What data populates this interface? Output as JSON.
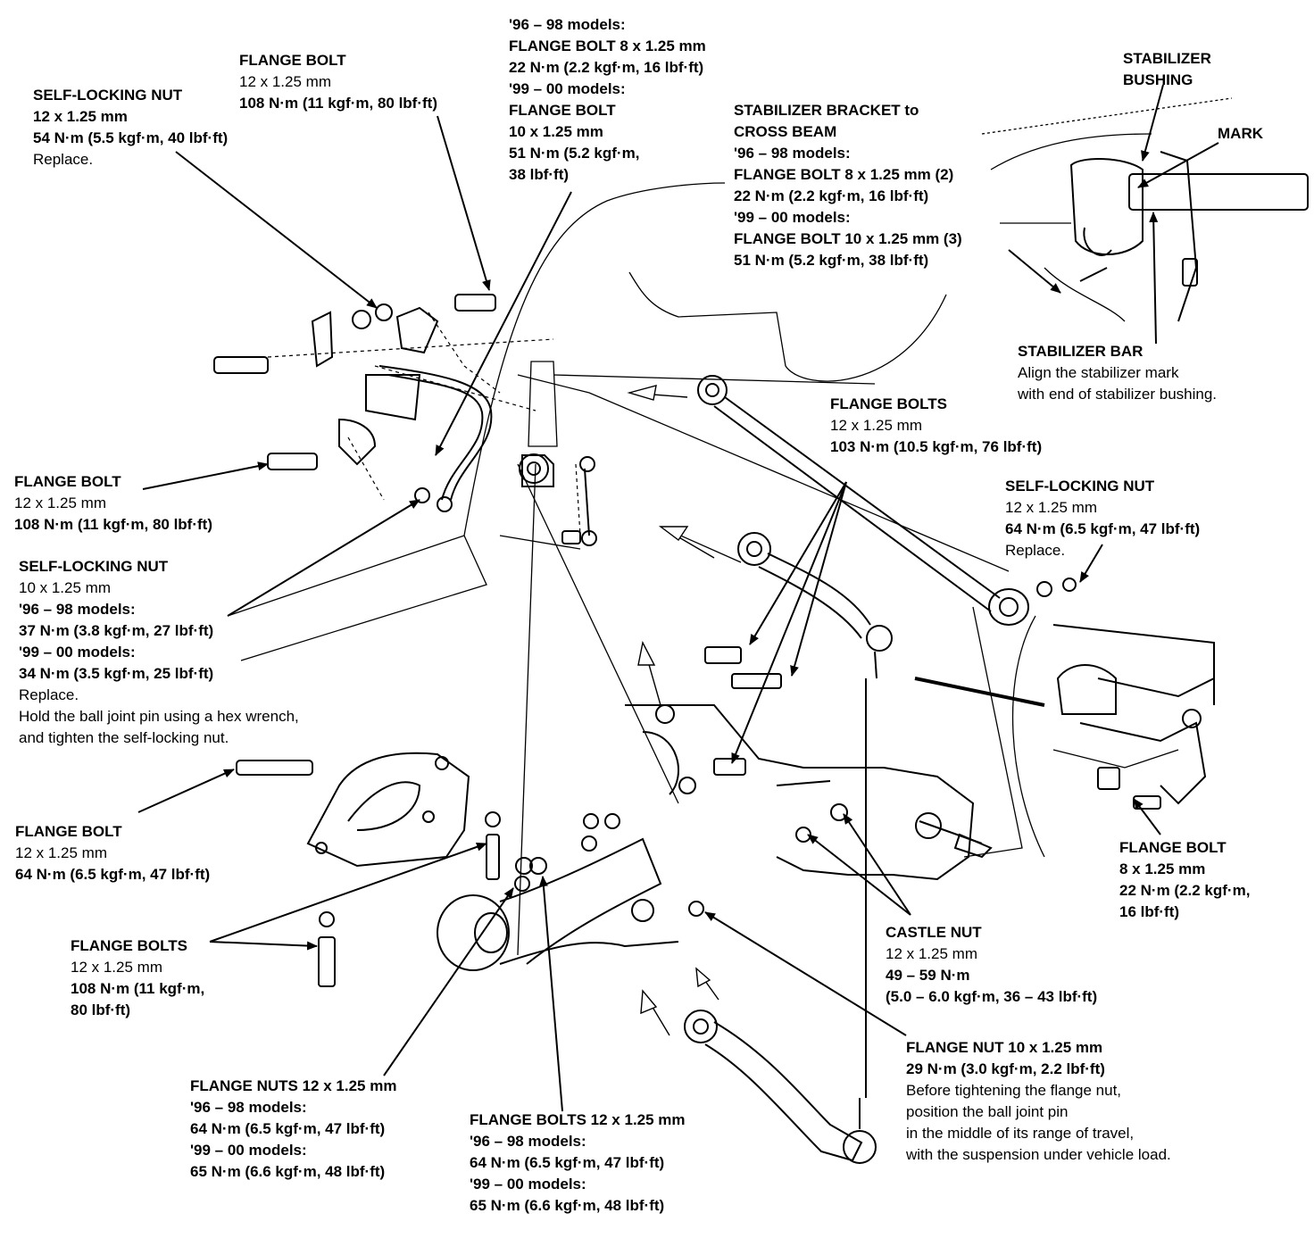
{
  "colors": {
    "ink": "#000000",
    "paper": "#ffffff"
  },
  "callouts": {
    "self_locking_nut_top": {
      "lines": [
        "SELF-LOCKING NUT",
        "12 x 1.25 mm",
        "54 N·m (5.5 kgf·m, 40 lbf·ft)",
        "Replace."
      ]
    },
    "flange_bolt_top": {
      "lines": [
        "FLANGE BOLT",
        "12 x 1.25 mm",
        "108 N·m (11 kgf·m, 80 lbf·ft)"
      ]
    },
    "flange_bolt_link": {
      "lines": [
        "'96 – 98 models:",
        "FLANGE BOLT 8 x 1.25 mm",
        "22 N·m (2.2 kgf·m, 16 lbf·ft)",
        "'99 – 00 models:",
        "FLANGE BOLT",
        "10 x 1.25 mm",
        "51 N·m (5.2 kgf·m,",
        "38 lbf·ft)"
      ]
    },
    "stabilizer_bracket": {
      "lines": [
        "STABILIZER BRACKET to",
        "CROSS BEAM",
        "'96 – 98 models:",
        "FLANGE BOLT 8 x 1.25 mm (2)",
        "22 N·m (2.2 kgf·m, 16 lbf·ft)",
        "'99 – 00 models:",
        "FLANGE BOLT 10 x 1.25 mm (3)",
        "51 N·m (5.2 kgf·m, 38 lbf·ft)"
      ]
    },
    "stabilizer_bushing": {
      "lines": [
        "STABILIZER",
        "BUSHING"
      ]
    },
    "mark": {
      "lines": [
        "MARK"
      ]
    },
    "stabilizer_bar": {
      "lines": [
        "STABILIZER BAR",
        "Align the stabilizer mark",
        "with end of stabilizer bushing."
      ]
    },
    "flange_bolts_upper_arm": {
      "lines": [
        "FLANGE BOLTS",
        "12 x 1.25 mm",
        "103 N·m (10.5 kgf·m, 76 lbf·ft)"
      ]
    },
    "self_locking_nut_right": {
      "lines": [
        "SELF-LOCKING NUT",
        "12 x 1.25 mm",
        "64 N·m (6.5 kgf·m, 47 lbf·ft)",
        "Replace."
      ]
    },
    "flange_bolt_left_mid": {
      "lines": [
        "FLANGE BOLT",
        "12 x 1.25 mm",
        "108 N·m (11 kgf·m, 80 lbf·ft)"
      ]
    },
    "self_locking_nut_ball": {
      "lines": [
        "SELF-LOCKING NUT",
        "10 x 1.25 mm",
        "'96 – 98 models:",
        "37 N·m (3.8 kgf·m, 27 lbf·ft)",
        "'99 – 00 models:",
        "34 N·m (3.5 kgf·m, 25 lbf·ft)",
        "Replace.",
        "Hold the ball joint pin using a hex wrench,",
        "and tighten the self-locking nut."
      ]
    },
    "flange_bolt_mount": {
      "lines": [
        "FLANGE BOLT",
        "12 x 1.25 mm",
        "64 N·m (6.5 kgf·m, 47 lbf·ft)"
      ]
    },
    "flange_bolts_beam": {
      "lines": [
        "FLANGE BOLTS",
        "12 x 1.25 mm",
        "108 N·m (11 kgf·m,",
        "80 lbf·ft)"
      ]
    },
    "flange_nuts_bottom": {
      "lines": [
        "FLANGE NUTS 12 x 1.25 mm",
        "'96 – 98 models:",
        "64 N·m (6.5 kgf·m, 47 lbf·ft)",
        "'99 – 00 models:",
        "65 N·m (6.6 kgf·m, 48 lbf·ft)"
      ]
    },
    "flange_bolts_bottom": {
      "lines": [
        "FLANGE BOLTS 12 x 1.25 mm",
        "'96 – 98 models:",
        "64 N·m (6.5 kgf·m, 47 lbf·ft)",
        "'99 – 00 models:",
        "65 N·m (6.6 kgf·m, 48 lbf·ft)"
      ]
    },
    "castle_nut": {
      "lines": [
        "CASTLE NUT",
        "12 x 1.25 mm",
        "49 – 59 N·m",
        "(5.0  – 6.0 kgf·m, 36 – 43 lbf·ft)"
      ]
    },
    "flange_nut_lower": {
      "lines": [
        "FLANGE NUT 10 x 1.25 mm",
        "29 N·m (3.0 kgf·m, 2.2 lbf·ft)",
        "Before tightening the flange nut,",
        "position the ball joint pin",
        "in the middle of its range of travel,",
        "with the suspension under vehicle load."
      ]
    },
    "flange_bolt_knuckle": {
      "lines": [
        "FLANGE BOLT",
        "8 x 1.25 mm",
        "22 N·m (2.2 kgf·m,",
        "16 lbf·ft)"
      ]
    }
  }
}
